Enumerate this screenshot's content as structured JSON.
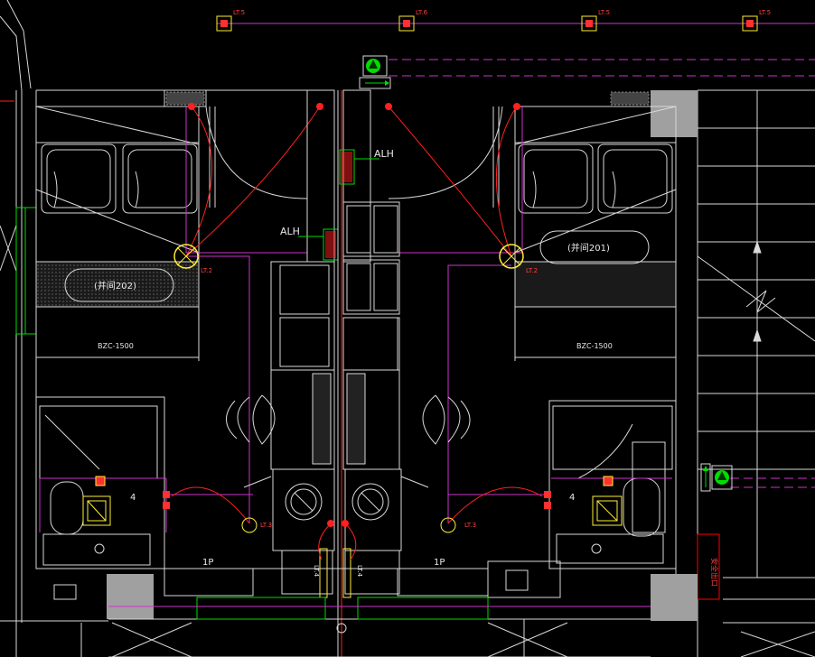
{
  "colors": {
    "background": "#000000",
    "wall": "#d9d9d9",
    "column": "#a0a0a0",
    "circuit_magenta": "#cc33cc",
    "cable_red": "#ff2020",
    "lamp_yellow": "#ffee33",
    "fixture_green": "#00dd00",
    "panel_red": "#ff0000",
    "text_white": "#e8e8e8",
    "text_red": "#ff4040"
  },
  "top_fixture_labels": [
    "LT.5",
    "LT.6",
    "LT.5",
    "LT.5"
  ],
  "alh_labels": [
    "ALH",
    "ALH"
  ],
  "room_left_name": "(并间202)",
  "room_right_name": "(并间201)",
  "bed_left_model": "BZC-1500",
  "bed_right_model": "BZC-1500",
  "lamp_left_circuit": "LT.2",
  "lamp_right_circuit": "LT.2",
  "bath_left_circuit": "LT.3",
  "bath_right_circuit": "LT.3",
  "bath_left_tag": "4",
  "bath_right_tag": "4",
  "entry_left_circuit": "LT.4",
  "entry_right_circuit": "LT.4",
  "corridor_left_tag": "1P",
  "corridor_right_tag": "1P",
  "exit_sign_text": "安全出口"
}
